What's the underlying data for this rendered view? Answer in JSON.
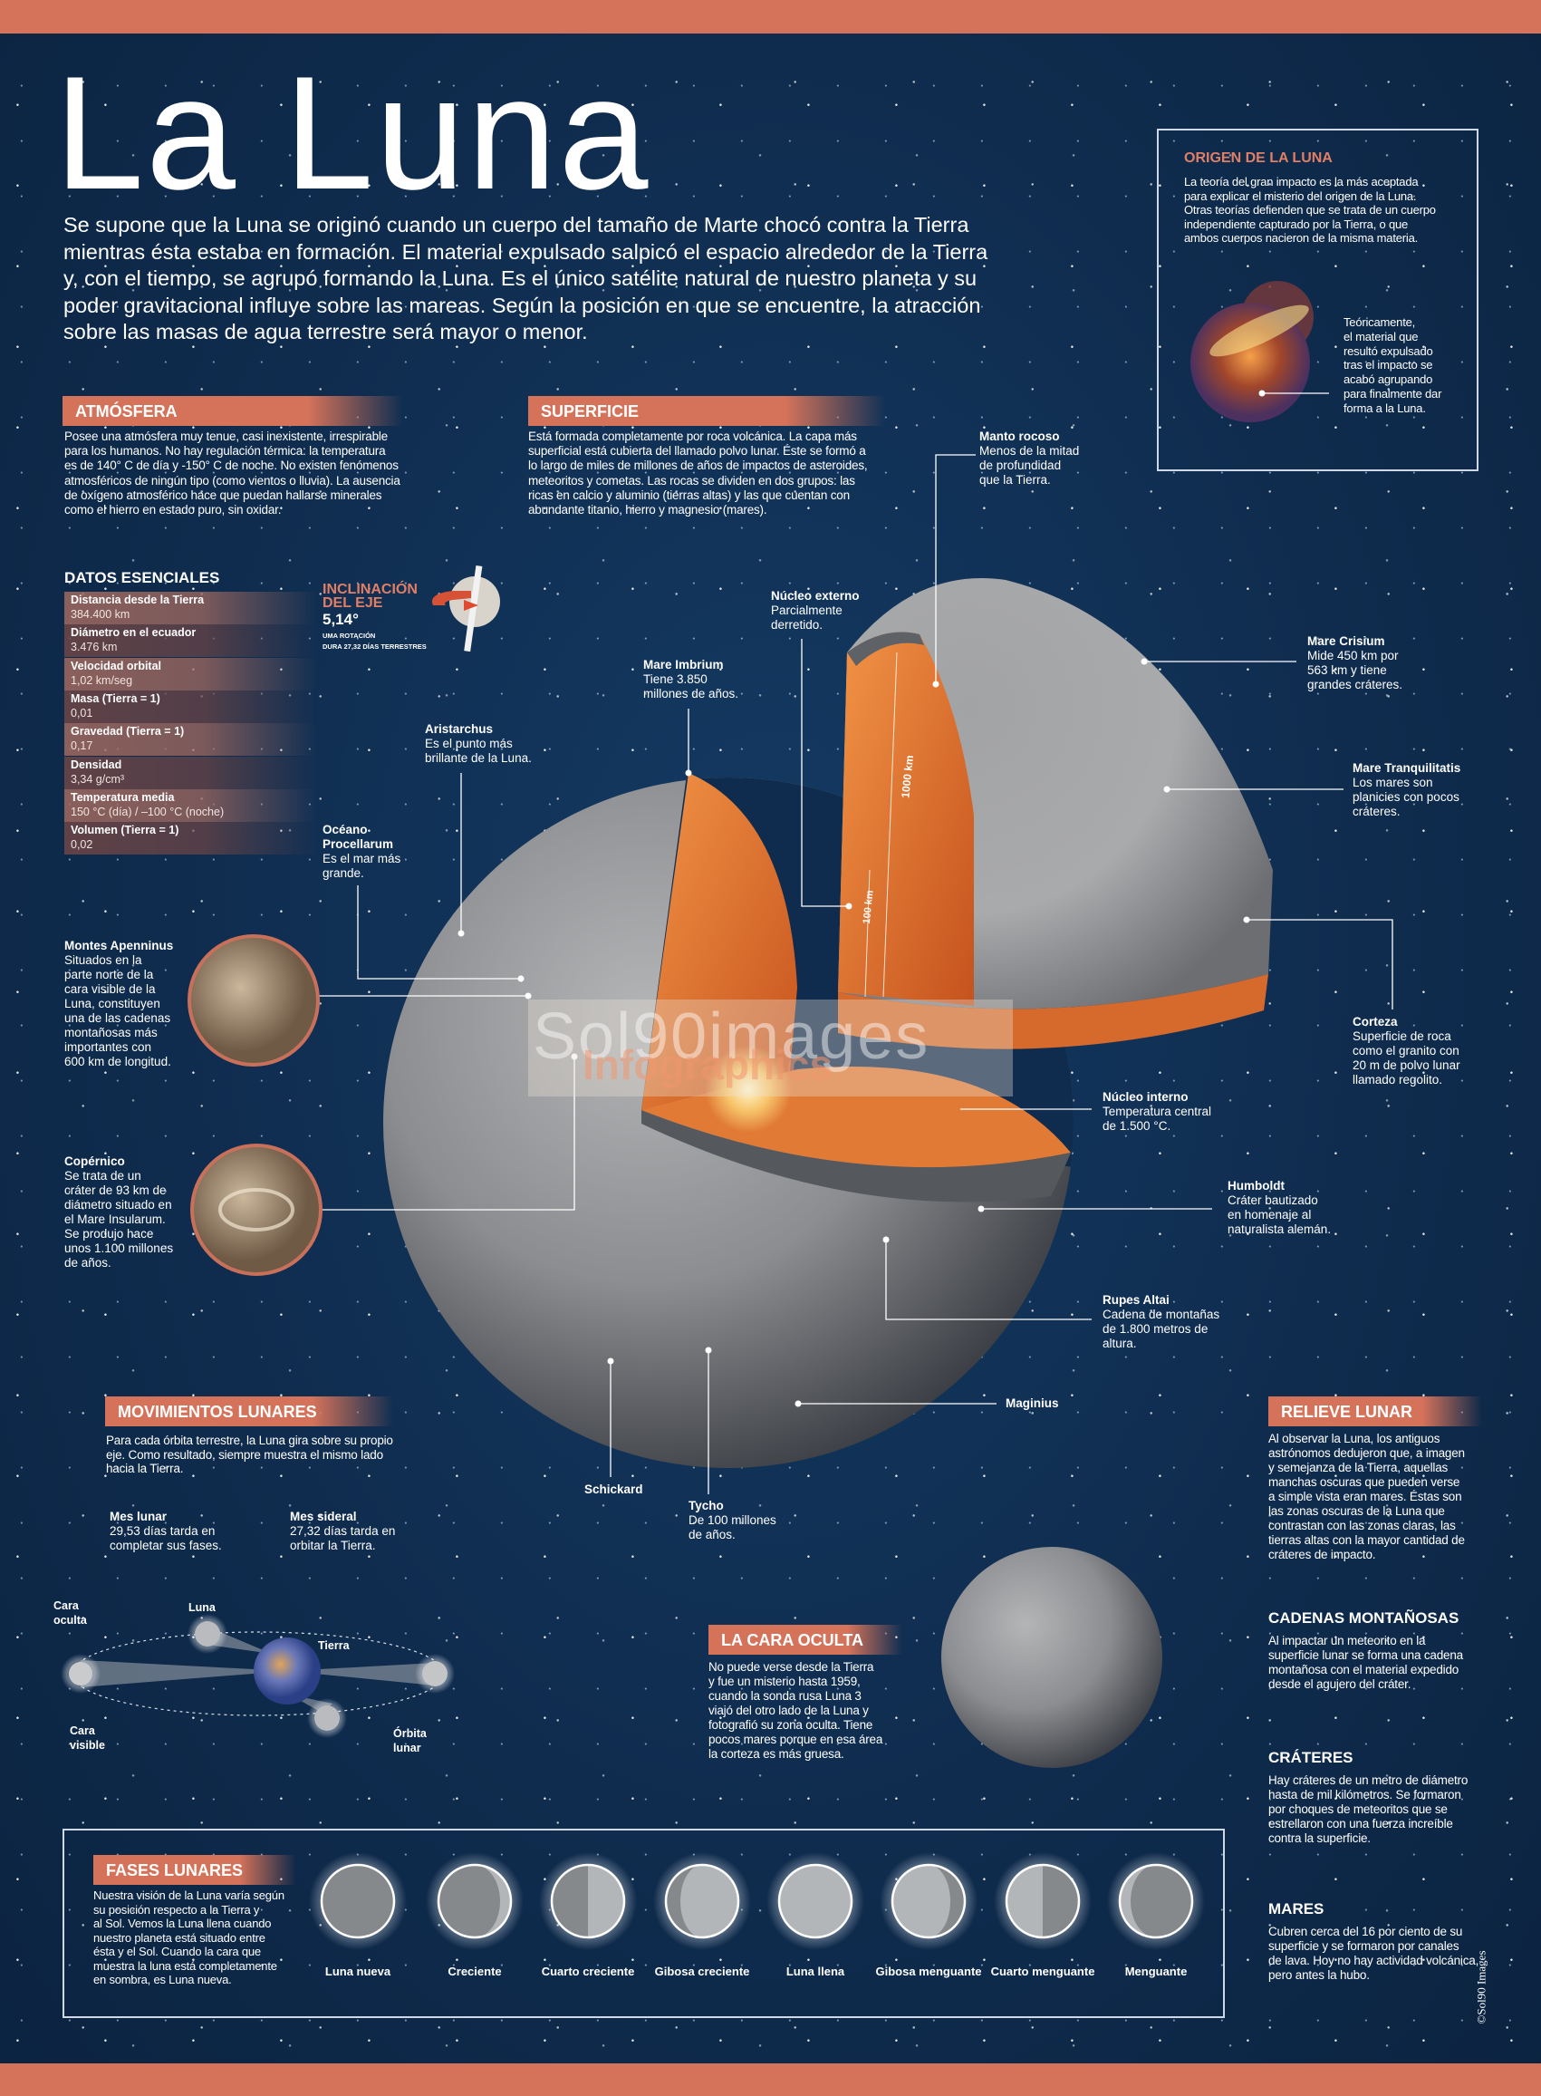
{
  "title": "La Luna",
  "intro": "Se supone que la Luna se originó cuando un cuerpo del tamaño de Marte chocó contra la Tierra\nmientras ésta estaba en formación. El material expulsado salpicó el espacio alrededor de la Tierra\ny, con el tiempo, se agrupó formando la Luna. Es el único satélite natural de nuestro planeta y su\npoder gravitacional influye sobre las mareas. Según la posición en que se encuentre, la atracción\nsobre las masas de agua terrestre será mayor o menor.",
  "origin": {
    "heading": "ORIGEN DE LA LUNA",
    "text": "La teoría del gran impacto es la más aceptada\npara explicar el misterio del origen de la Luna.\nOtras teorías defienden que se trata de un cuerpo\nindependiente capturado por la Tierra, o que\nambos cuerpos nacieron de la misma materia.",
    "note": "Teóricamente,\nel material que\nresultó expulsado\ntras el impacto se\nacabó agrupando\npara finalmente dar\nforma a la Luna."
  },
  "atmosphere": {
    "heading": "ATMÓSFERA",
    "text": "Posee una atmósfera muy tenue, casi inexistente, irrespirable\npara los humanos. No hay regulación térmica: la temperatura\nes de 140° C de día y -150° C de noche. No existen fenómenos\natmosféricos de ningún tipo (como vientos o lluvia). La ausencia\nde oxígeno atmosférico hace que puedan hallarse minerales\ncomo el hierro en estado puro, sin oxidar."
  },
  "surface": {
    "heading": "SUPERFICIE",
    "text": "Está formada completamente por roca volcánica. La capa más\nsuperficial está cubierta del llamado polvo lunar. Éste se formó a\nlo largo de miles de millones de años de impactos de asteroides,\nmeteoritos y cometas. Las rocas se dividen en dos grupos: las\nricas en calcio y aluminio (tierras altas) y las que cuentan con\nabundante titanio, hierro y magnesio (mares)."
  },
  "essentials": {
    "heading": "DATOS ESENCIALES",
    "rows": [
      {
        "label": "Distancia desde la Tierra",
        "value": "384.400 km"
      },
      {
        "label": "Diámetro en el ecuador",
        "value": "3.476 km"
      },
      {
        "label": "Velocidad orbital",
        "value": "1,02 km/seg"
      },
      {
        "label": "Masa (Tierra = 1)",
        "value": "0,01"
      },
      {
        "label": "Gravedad (Tierra = 1)",
        "value": "0,17"
      },
      {
        "label": "Densidad",
        "value": "3,34 g/cm³"
      },
      {
        "label": "Temperatura media",
        "value": "150 °C (día) / –100 °C (noche)"
      },
      {
        "label": "Volumen (Tierra = 1)",
        "value": "0,02"
      }
    ]
  },
  "axis": {
    "heading": "INCLINACIÓN\nDEL EJE",
    "value": "5,14°",
    "note": "UMA ROTACIÓN\nDURA 27,32 DÍAS TERRESTRES"
  },
  "diagram": {
    "measures": [
      "1000 km",
      "100 km"
    ],
    "labels": {
      "manto": {
        "title": "Manto rocoso",
        "text": "Menos de la mitad\nde profundidad\nque la Tierra."
      },
      "nucleo_externo": {
        "title": "Núcleo externo",
        "text": "Parcialmente\nderretido."
      },
      "mare_imbrium": {
        "title": "Mare Imbrium",
        "text": "Tiene 3.850\nmillones de años."
      },
      "aristarchus": {
        "title": "Aristarchus",
        "text": "Es el punto más\nbrillante de la Luna."
      },
      "procellarum": {
        "title": "Océano\nProcellarum",
        "text": "Es el mar más\ngrande."
      },
      "apenninus": {
        "title": "Montes Apenninus",
        "text": "Situados en la\nparte norte de la\ncara visible de la\nLuna, constituyen\nuna de las cadenas\nmontañosas más\nimportantes con\n600 km de longitud."
      },
      "copernico": {
        "title": "Copérnico",
        "text": "Se trata de un\ncráter de 93 km de\ndiámetro situado en\nel Mare Insularum.\nSe produjo hace\nunos 1.100 millones\nde años."
      },
      "crisium": {
        "title": "Mare Crisium",
        "text": "Mide 450 km por\n563 km y tiene\ngrandes cráteres."
      },
      "tranquilitatis": {
        "title": "Mare Tranquilitatis",
        "text": "Los mares son\nplanicies con pocos\ncráteres."
      },
      "corteza": {
        "title": "Corteza",
        "text": "Superficie de roca\ncomo el granito con\n20 m de polvo lunar\nllamado regolito."
      },
      "nucleo_interno": {
        "title": "Núcleo interno",
        "text": "Temperatura central\nde 1.500 °C."
      },
      "humboldt": {
        "title": "Humboldt",
        "text": "Cráter bautizado\nen homenaje al\nnaturalista alemán."
      },
      "rupes_altai": {
        "title": "Rupes Altai",
        "text": "Cadena de montañas\nde 1.800 metros de\naltura."
      },
      "maginius": {
        "title": "Maginius",
        "text": ""
      },
      "schickard": {
        "title": "Schickard",
        "text": ""
      },
      "tycho": {
        "title": "Tycho",
        "text": "De 100 millones\nde años."
      }
    },
    "watermark": [
      "Sol90images",
      "Infographics"
    ]
  },
  "movements": {
    "heading": "MOVIMIENTOS LUNARES",
    "text": "Para cada órbita terrestre, la Luna gira sobre su propio\neje. Como resultado, siempre muestra el mismo lado\nhacia la Tierra.",
    "lunar_month": {
      "title": "Mes lunar",
      "text": "29,53 días tarda en\ncompletar sus fases."
    },
    "sidereal_month": {
      "title": "Mes sideral",
      "text": "27,32 días tarda en\norbitar la Tierra."
    },
    "orbit_labels": {
      "hidden_face": "Cara\noculta",
      "moon": "Luna",
      "earth": "Tierra",
      "visible_face": "Cara\nvisible",
      "orbit": "Órbita\nlunar"
    }
  },
  "far_side": {
    "heading": "LA CARA OCULTA",
    "text": "No puede verse desde la Tierra\ny fue un misterio hasta 1959,\ncuando la sonda rusa Luna 3\nviajó del otro lado de la Luna y\nfotografió su zona oculta. Tiene\npocos mares porque en esa área\nla corteza es más gruesa."
  },
  "relief": {
    "heading": "RELIEVE LUNAR",
    "text": "Al observar la Luna, los antiguos\nastrónomos dedujeron que, a imagen\ny semejanza de la Tierra, aquellas\nmanchas oscuras que pueden verse\na simple vista eran mares. Éstas son\nlas zonas oscuras de la Luna que\ncontrastan con las zonas claras, las\ntierras altas con la mayor cantidad de\ncráteres de impacto.",
    "mountains": {
      "heading": "CADENAS MONTAÑOSAS",
      "text": "Al impactar un meteorito en la\nsuperficie lunar se forma una cadena\nmontañosa con el material expedido\ndesde el agujero del cráter."
    },
    "craters": {
      "heading": "CRÁTERES",
      "text": "Hay cráteres de un metro de diámetro\nhasta de mil kilómetros. Se formaron\npor choques de meteoritos que se\nestrellaron con una fuerza increíble\ncontra la superficie."
    },
    "seas": {
      "heading": "MARES",
      "text": "Cubren cerca del 16 por ciento de su\nsuperficie y se formaron por canales\nde lava. Hoy no hay actividad volcánica,\npero antes la hubo."
    }
  },
  "phases": {
    "heading": "FASES LUNARES",
    "text": "Nuestra visión de la Luna varía según\nsu posición respecto a la Tierra y\nal Sol. Vemos la Luna llena cuando\nnuestro planeta está situado entre\nésta y el Sol. Cuando la cara que\nmuestra la luna está completamente\nen sombra, es Luna nueva.",
    "items": [
      {
        "name": "Luna nueva",
        "illumination": 0,
        "lit_side": "right"
      },
      {
        "name": "Creciente",
        "illumination": 0.15,
        "lit_side": "right"
      },
      {
        "name": "Cuarto creciente",
        "illumination": 0.5,
        "lit_side": "right"
      },
      {
        "name": "Gibosa creciente",
        "illumination": 0.8,
        "lit_side": "right"
      },
      {
        "name": "Luna llena",
        "illumination": 1,
        "lit_side": "right"
      },
      {
        "name": "Gibosa menguante",
        "illumination": 0.8,
        "lit_side": "left"
      },
      {
        "name": "Cuarto menguante",
        "illumination": 0.5,
        "lit_side": "left"
      },
      {
        "name": "Menguante",
        "illumination": 0.15,
        "lit_side": "left"
      }
    ]
  },
  "copyright": "©Sol90 Images",
  "colors": {
    "background": "#0f2c4e",
    "accent": "#d4735a",
    "core": "#e0742f",
    "moon": "#9a9b9d"
  }
}
